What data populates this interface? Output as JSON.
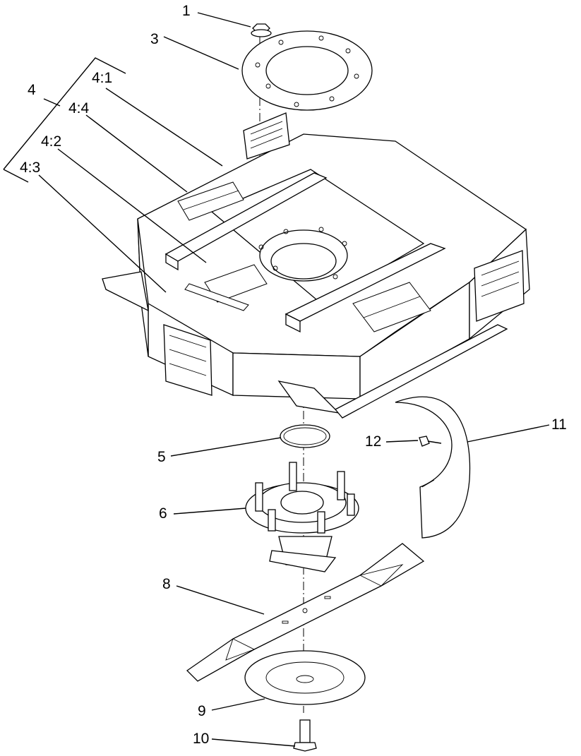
{
  "callouts": {
    "c1": "1",
    "c3": "3",
    "c4": "4",
    "c4_1": "4:1",
    "c4_4": "4:4",
    "c4_2": "4:2",
    "c4_3": "4:3",
    "c5": "5",
    "c6": "6",
    "c8": "8",
    "c9": "9",
    "c10": "10",
    "c11": "11",
    "c12": "12"
  }
}
